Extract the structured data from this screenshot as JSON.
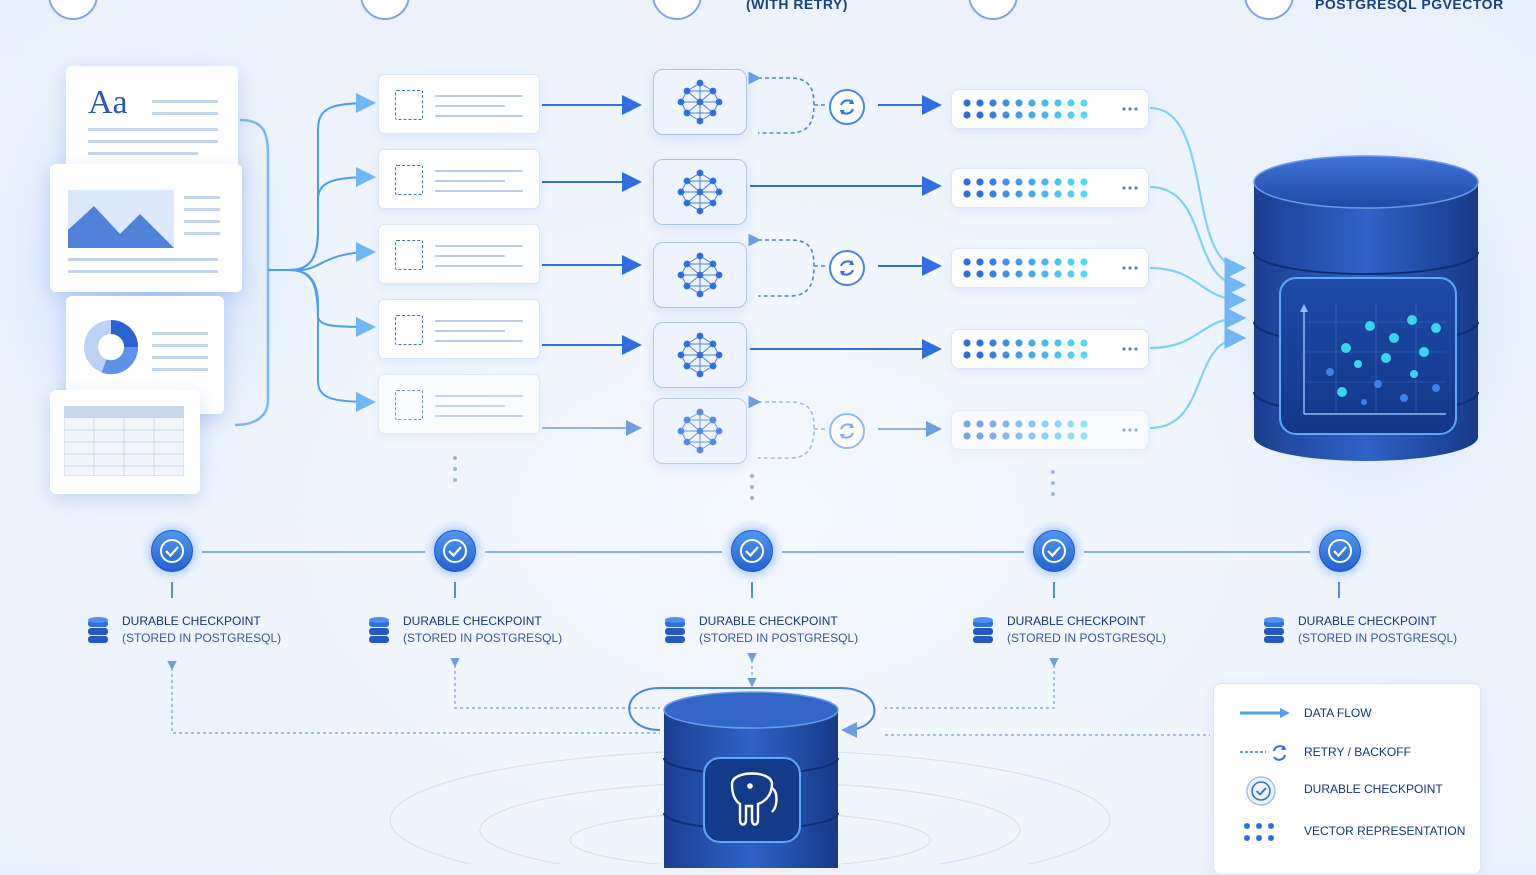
{
  "header": {
    "stage3_label": "(WITH RETRY)",
    "stage5_label": "POSTGRESQL PGVECTOR"
  },
  "checkpoints": [
    {
      "title": "DURABLE CHECKPOINT",
      "subtitle": "(STORED IN POSTGRESQL)"
    },
    {
      "title": "DURABLE CHECKPOINT",
      "subtitle": "(STORED IN POSTGRESQL)"
    },
    {
      "title": "DURABLE CHECKPOINT",
      "subtitle": "(STORED IN POSTGRESQL)"
    },
    {
      "title": "DURABLE CHECKPOINT",
      "subtitle": "(STORED IN POSTGRESQL)"
    },
    {
      "title": "DURABLE CHECKPOINT",
      "subtitle": "(STORED IN POSTGRESQL)"
    }
  ],
  "documents": {
    "text_doc_glyph": "Aa"
  },
  "legend": {
    "data_flow": "DATA FLOW",
    "retry": "RETRY / BACKOFF",
    "checkpoint": "DURABLE CHECKPOINT",
    "vector": "VECTOR REPRESENTATION"
  },
  "colors": {
    "primary": "#2563d1",
    "accent": "#3aa0f0",
    "cyan": "#36d6e8",
    "navy": "#15347a"
  },
  "icons": {
    "stage_header": "stage-icon",
    "model": "neural-network-icon",
    "retry": "refresh-icon",
    "checkpoint": "check-circle-icon",
    "database": "database-icon",
    "postgres": "elephant-icon"
  }
}
